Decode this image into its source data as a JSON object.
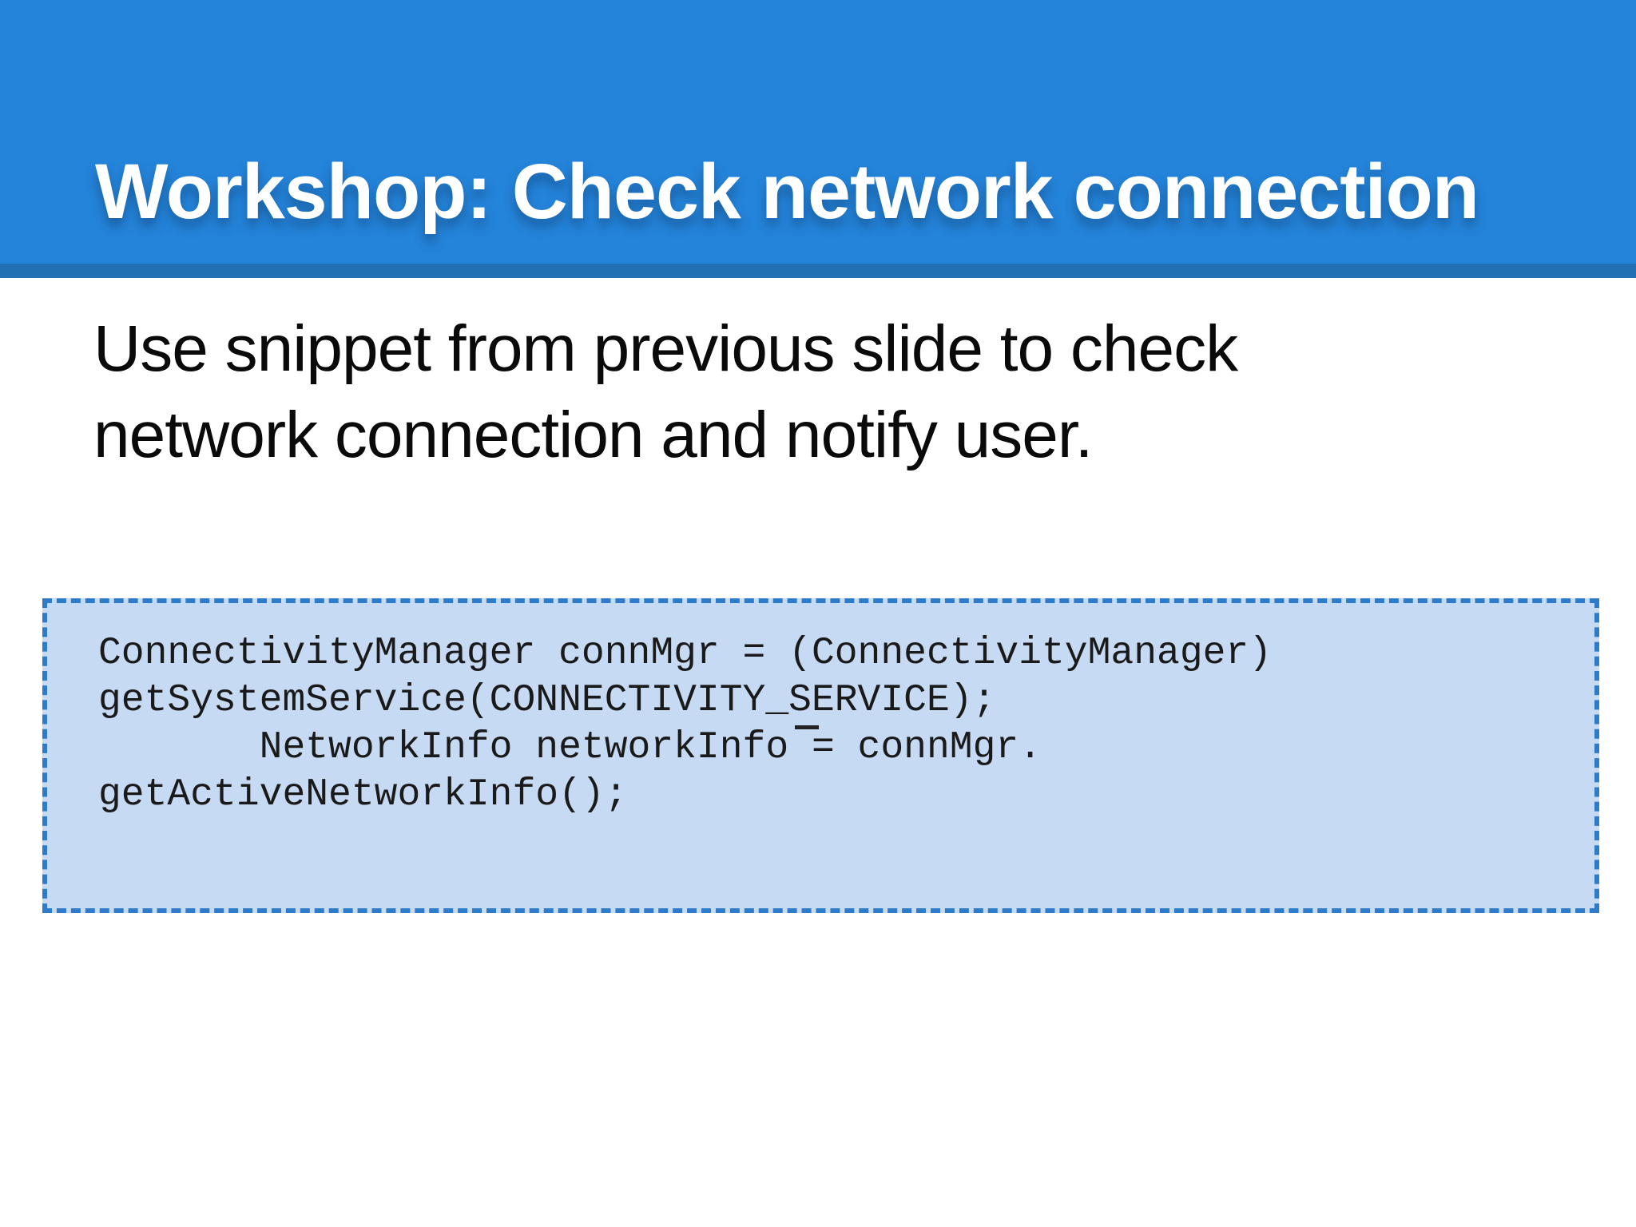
{
  "slide": {
    "title": "Workshop: Check network connection",
    "body": {
      "lines": [
        "Use snippet from previous slide to check",
        "network connection and notify user."
      ]
    },
    "code": {
      "lines": [
        "ConnectivityManager connMgr = (ConnectivityManager)",
        "getSystemService(CONNECTIVITY_SERVICE);",
        "       NetworkInfo networkInfo = connMgr.",
        "getActiveNetworkInfo();"
      ]
    },
    "colors": {
      "header_bg": "#2484DA",
      "header_strip": "#2270B4",
      "title_text": "#FFFFFF",
      "body_text": "#0A0A0A",
      "code_bg": "#C7DAF3",
      "code_border": "#2E7BC9",
      "code_text": "#1A1A1A"
    }
  }
}
